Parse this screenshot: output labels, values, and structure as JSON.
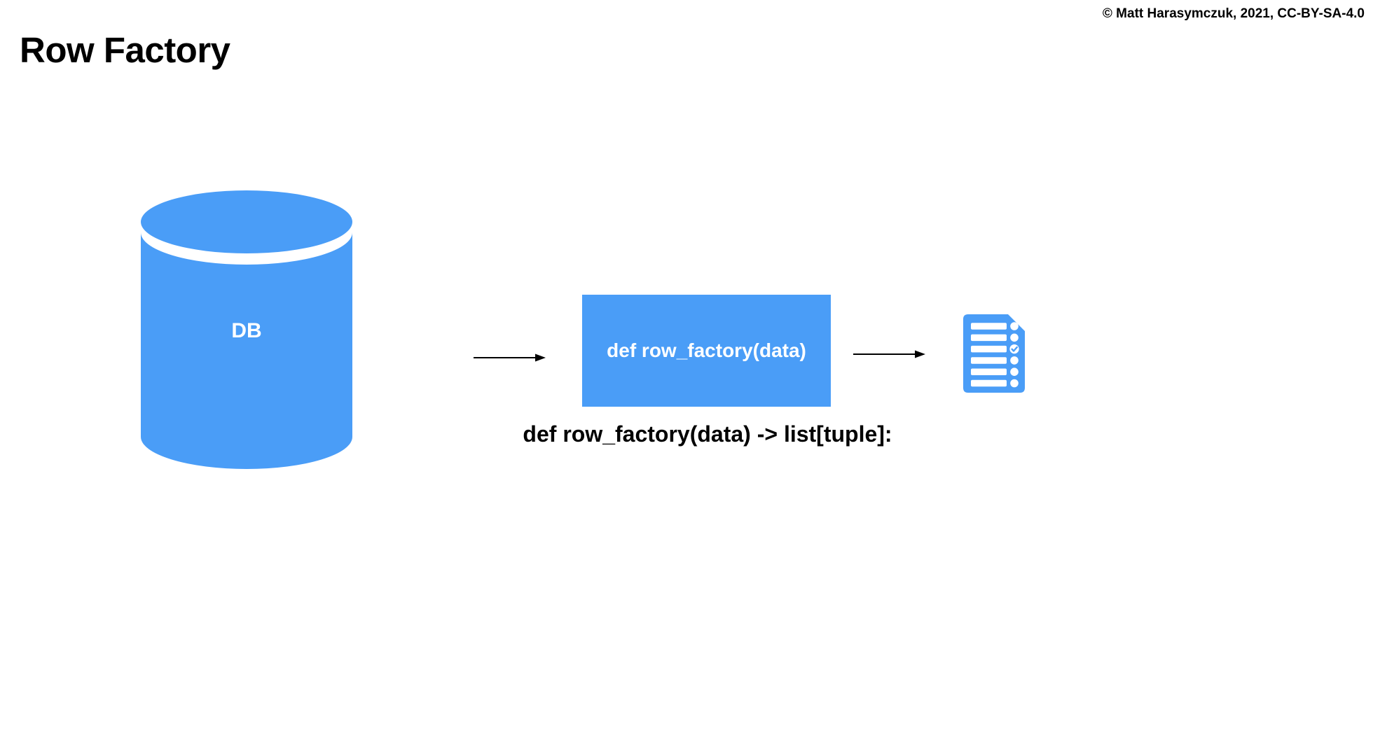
{
  "page": {
    "title": "Row Factory",
    "copyright": "© Matt Harasymczuk, 2021, CC-BY-SA-4.0",
    "background": "#ffffff"
  },
  "colors": {
    "accent_blue": "#4A9DF7",
    "text": "#000000",
    "arrow": "#000000",
    "white": "#ffffff"
  },
  "diagram": {
    "database": {
      "icon": "database-cylinder-icon",
      "label": "DB"
    },
    "arrow_in": {
      "icon": "arrow-right-icon"
    },
    "function_box": {
      "label": "def row_factory(data)"
    },
    "arrow_out": {
      "icon": "arrow-right-icon"
    },
    "result": {
      "icon": "checklist-document-icon",
      "rows": 6,
      "checked_row": 3
    },
    "caption": "def row_factory(data) -> list[tuple]:"
  }
}
